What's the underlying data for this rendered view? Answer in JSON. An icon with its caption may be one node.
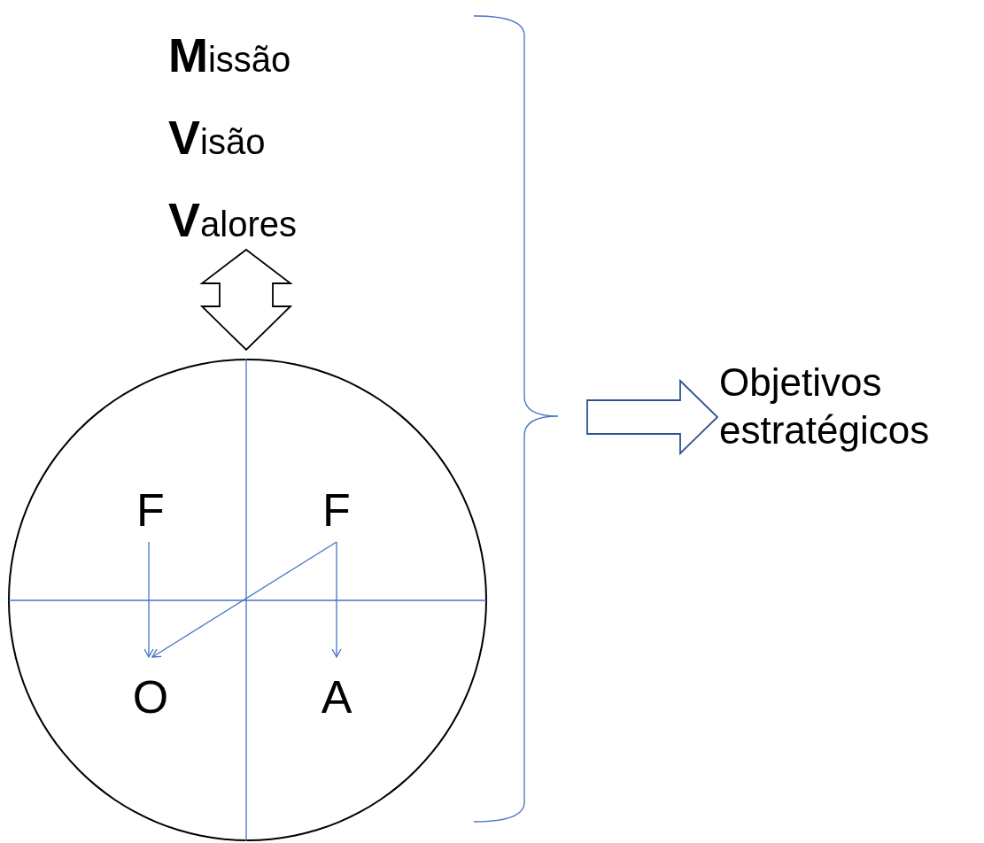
{
  "diagram": {
    "nodes": [
      {
        "text": [
          "**M**issão",
          "**V**isão",
          "**V**alores"
        ]
      },
      {
        "text": [],
        "shape": "circle"
      },
      {
        "text": [
          "F"
        ],
        "in": 1
      },
      {
        "text": [
          "F"
        ],
        "in": 1
      },
      {
        "text": [
          "O"
        ],
        "in": 1
      },
      {
        "text": [
          "A"
        ],
        "in": 1
      },
      {
        "text": [
          "Objetivos estratégicos"
        ]
      }
    ],
    "edges": [
      {
        "from": 0,
        "to": 1,
        "arrow": "both"
      },
      {
        "from": 2,
        "to": 4,
        "arrow": "to"
      },
      {
        "from": 3,
        "to": 5,
        "arrow": "to"
      },
      {
        "from": 3,
        "to": 4,
        "arrow": "to"
      },
      {
        "from": null,
        "to": 6,
        "arrow": "to"
      }
    ]
  }
}
